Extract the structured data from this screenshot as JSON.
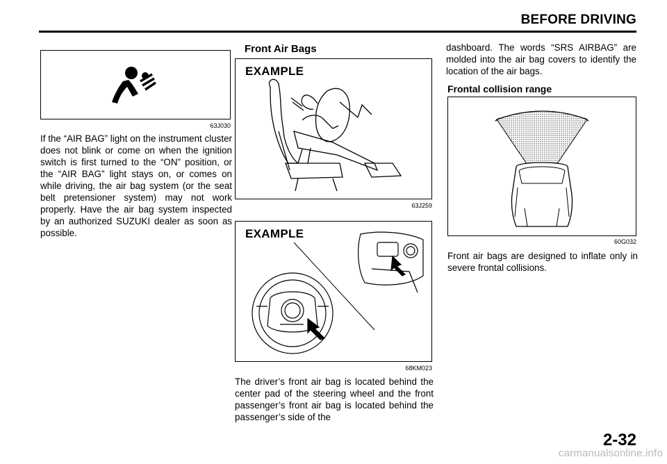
{
  "header": {
    "title": "BEFORE DRIVING"
  },
  "left_column": {
    "figure_code": "63J030",
    "paragraph": "If the “AIR BAG” light on the instrument cluster does not blink or come on when the ignition switch is first turned to the “ON” position, or the “AIR BAG” light stays on, or comes on while driving, the air bag system (or the seat belt pretensioner system) may not work properly. Have the air bag system inspected by an authorized SUZUKI dealer as soon as possible."
  },
  "middle_column": {
    "heading": "Front Air Bags",
    "figure1": {
      "label": "EXAMPLE",
      "code": "63J259"
    },
    "figure2": {
      "label": "EXAMPLE",
      "code": "68KM023"
    },
    "paragraph": "The driver’s front air bag is located behind the center pad of the steering wheel and the front passenger’s front air bag is located behind the passenger’s side of the"
  },
  "right_column": {
    "paragraph1": "dashboard. The words “SRS AIRBAG” are molded into the air bag covers to identify the location of the air bags.",
    "subheading": "Frontal collision range",
    "figure_code": "60G032",
    "paragraph2": "Front air bags are designed to inflate only in severe frontal collisions."
  },
  "page_number": "2-32",
  "watermark": "carmanualsonline.info",
  "icons": {
    "airbag_warning": "airbag-warning-icon",
    "airbag_deploy": "airbag-deployment-illustration",
    "steering_wheel": "steering-wheel-illustration",
    "collision_range": "frontal-collision-range-diagram"
  }
}
